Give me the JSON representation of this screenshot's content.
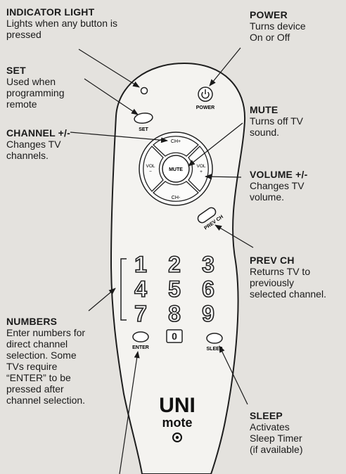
{
  "remote": {
    "button_labels": {
      "power": "POWER",
      "set": "SET",
      "ch_up": "CH+",
      "ch_down": "CH-",
      "vol_down": "VOL\n−",
      "vol_up": "VOL\n+",
      "mute": "MUTE",
      "prev_ch": "PREV CH",
      "enter": "ENTER",
      "sleep": "SLEEP"
    },
    "digits": [
      "1",
      "2",
      "3",
      "4",
      "5",
      "6",
      "7",
      "8",
      "9",
      "0"
    ],
    "logo": {
      "line1": "UNI",
      "line2": "mote"
    }
  },
  "callouts": {
    "indicator_light": {
      "title": "INDICATOR LIGHT",
      "desc": "Lights when any button is\npressed"
    },
    "set": {
      "title": "SET",
      "desc": "Used when\nprogramming\nremote"
    },
    "channel": {
      "title": "CHANNEL +/-",
      "desc": "Changes TV\nchannels."
    },
    "numbers": {
      "title": "NUMBERS",
      "desc": "Enter numbers for\ndirect channel\nselection. Some\nTVs require\n“ENTER” to be\npressed after\nchannel selection."
    },
    "power": {
      "title": "POWER",
      "desc": "Turns device\nOn or Off"
    },
    "mute": {
      "title": "MUTE",
      "desc": "Turns off TV\nsound."
    },
    "volume": {
      "title": "VOLUME +/-",
      "desc": "Changes TV\nvolume."
    },
    "prev_ch": {
      "title": "PREV CH",
      "desc": "Returns TV to\npreviously\nselected channel."
    },
    "sleep": {
      "title": "SLEEP",
      "desc": "Activates\nSleep Timer\n(if available)"
    }
  }
}
